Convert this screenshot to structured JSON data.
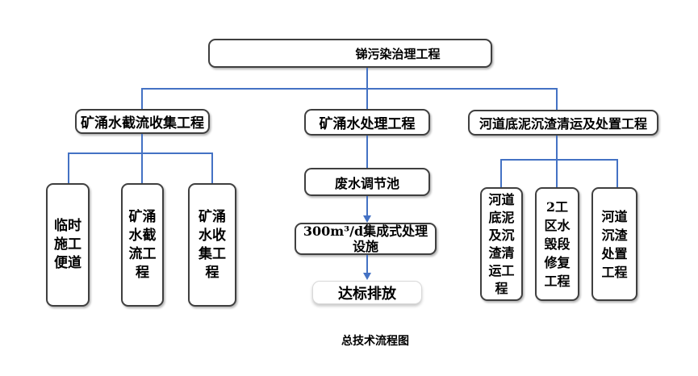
{
  "title": "锑污染治理工程",
  "caption": "总技术流程图",
  "colors": {
    "connector_blue": "#4472C4",
    "box_border": "#3F3F3F",
    "soft_box_border": "#D9D9D9",
    "text": "#000000",
    "background": "#FFFFFF"
  },
  "branches": [
    {
      "label": "矿涌水截流收集工程",
      "children": [
        {
          "label": "临时\n施工\n便道"
        },
        {
          "label": "矿涌\n水截\n流工\n程"
        },
        {
          "label": "矿涌\n水收\n集工\n程"
        }
      ]
    },
    {
      "label": "矿涌水处理工程",
      "chain": [
        {
          "label": "废水调节池"
        },
        {
          "label": "300m³/d集成式处理\n设施"
        },
        {
          "label": "达标排放"
        }
      ]
    },
    {
      "label": "河道底泥沉渣清运及处置工程",
      "children": [
        {
          "label": "河道\n底泥\n及沉\n渣清\n运工\n程"
        },
        {
          "label": "2工\n区水\n毁段\n修复\n工程"
        },
        {
          "label": "河道\n沉渣\n处置\n工程"
        }
      ]
    }
  ]
}
